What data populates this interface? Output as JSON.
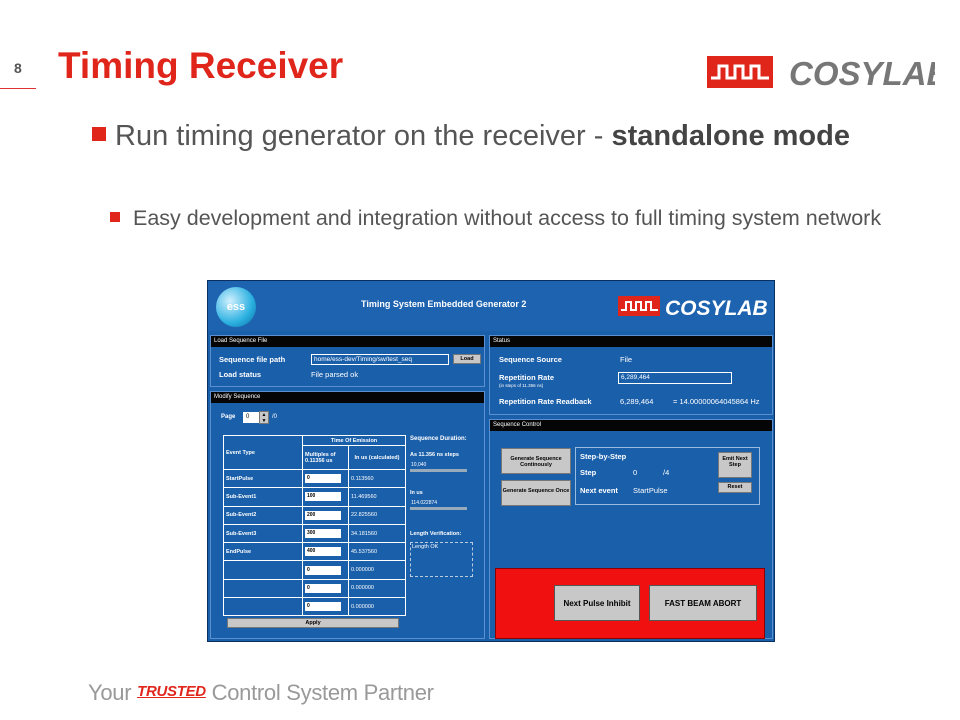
{
  "slide": {
    "number": "8",
    "title": "Timing Receiver"
  },
  "bullets": {
    "level1_prefix": "Run timing generator on the receiver - ",
    "level1_bold": "standalone mode",
    "level2": "Easy development and integration without access to full timing system network"
  },
  "colors": {
    "accent": "#e0251b",
    "app_bg": "#1a5faa",
    "panel_header": "#050505",
    "alert_bg": "#f01010"
  },
  "logo": {
    "text": "COSYLAB"
  },
  "app": {
    "ess_logo": "ess",
    "title": "Timing System Embedded Generator   2",
    "load_panel": {
      "header": "Load Sequence File",
      "path_label": "Sequence file path",
      "path_value": "home/ess-dev/Timing/sw/test_seq",
      "load_button": "Load",
      "status_label": "Load status",
      "status_value": "File parsed ok"
    },
    "status_panel": {
      "header": "Status",
      "source_label": "Sequence Source",
      "source_value": "File",
      "rate_label": "Repetition Rate",
      "rate_sub": "(in steps of 11.356 ns)",
      "rate_value": "6,289,464",
      "readback_label": "Repetition Rate Readback",
      "readback_value": "6,289,464",
      "readback_hz": "= 14.00000064045864 Hz"
    },
    "modify_panel": {
      "header": "Modify Sequence",
      "page_label": "Page",
      "page_value": "0",
      "page_of": "/0",
      "col_event": "Event Type",
      "col_time": "Time Of Emission",
      "col_mult": "Multiples of 0.11356 us",
      "col_us": "In us (calculated)",
      "rows": [
        {
          "event": "StartPulse",
          "mult": "0",
          "us": "0.113560"
        },
        {
          "event": "Sub-Event1",
          "mult": "100",
          "us": "11.469560"
        },
        {
          "event": "Sub-Event2",
          "mult": "200",
          "us": "22.825560"
        },
        {
          "event": "Sub-Event3",
          "mult": "300",
          "us": "34.181560"
        },
        {
          "event": "EndPulse",
          "mult": "400",
          "us": "45.537560"
        },
        {
          "event": "",
          "mult": "0",
          "us": "0.000000"
        },
        {
          "event": "",
          "mult": "0",
          "us": "0.000000"
        },
        {
          "event": "",
          "mult": "0",
          "us": "0.000000"
        }
      ],
      "apply_button": "Apply",
      "dur_label": "Sequence Duration:",
      "dur_steps_label": "As 11.356 ns steps",
      "dur_steps_value": "10,040",
      "dur_us_label": "In us",
      "dur_us_value": "114.022874",
      "len_label": "Length Verification:",
      "len_value": "Length OK"
    },
    "control_panel": {
      "header": "Sequence Control",
      "gen_cont": "Generate Sequence Continously",
      "gen_once": "Generate Sequence Once",
      "step_title": "Step-by-Step",
      "step_label": "Step",
      "step_value": "0",
      "step_of": "/4",
      "next_label": "Next event",
      "next_value": "StartPulse",
      "emit_button": "Emit Next Step",
      "reset_button": "Reset",
      "inhibit_button": "Next Pulse Inhibit",
      "abort_button": "FAST BEAM ABORT"
    }
  },
  "tagline": {
    "your": "Your",
    "trusted": "TRUSTED",
    "rest": "Control System Partner"
  }
}
